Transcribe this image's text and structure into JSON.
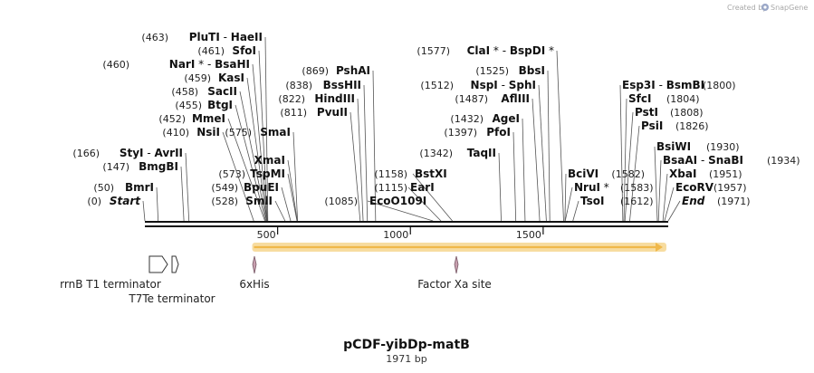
{
  "credit_text": "Created by",
  "brand_name": "SnapGene",
  "brand_color": "#9aa7c7",
  "title": "pCDF-yibDp-matB",
  "length_label": "1971 bp",
  "total_bp": 1971,
  "ruler_ticks": [
    {
      "bp": 500,
      "label": "500"
    },
    {
      "bp": 1000,
      "label": "1000"
    },
    {
      "bp": 1500,
      "label": "1500"
    }
  ],
  "orf": {
    "start": 411,
    "end": 1971,
    "color": "#f0b84a",
    "direction": "forward"
  },
  "features": [
    {
      "name": "rrnB T1 terminator",
      "start": 10,
      "end": 80,
      "shape": "terminator"
    },
    {
      "name": "T7Te terminator",
      "start": 100,
      "end": 120,
      "shape": "terminator"
    },
    {
      "name": "6xHis",
      "start": 411,
      "end": 428,
      "shape": "tag",
      "color": "#c8a0b0"
    },
    {
      "name": "Factor Xa site",
      "start": 1180,
      "end": 1192,
      "shape": "tag",
      "color": "#c8a0b0"
    }
  ],
  "left_labels": [
    {
      "pos": "(0)",
      "parts": [
        {
          "t": "Start",
          "italic": true
        }
      ],
      "bp": 0
    },
    {
      "pos": "(50)",
      "parts": [
        {
          "t": "BmrI"
        }
      ],
      "bp": 50
    },
    {
      "pos": "(147)",
      "parts": [
        {
          "t": "BmgBI"
        }
      ],
      "bp": 147
    },
    {
      "pos": "(166)",
      "parts": [
        {
          "t": "StyI"
        },
        {
          "t": " - ",
          "plain": true
        },
        {
          "t": "AvrII"
        }
      ],
      "bp": 166
    },
    {
      "pos": "(410)",
      "parts": [
        {
          "t": "NsiI"
        }
      ],
      "bp": 410
    },
    {
      "pos": "(452)",
      "parts": [
        {
          "t": "MmeI"
        }
      ],
      "bp": 452
    },
    {
      "pos": "(455)",
      "parts": [
        {
          "t": "BtgI"
        }
      ],
      "bp": 455
    },
    {
      "pos": "(458)",
      "parts": [
        {
          "t": "SacII"
        }
      ],
      "bp": 458
    },
    {
      "pos": "(459)",
      "parts": [
        {
          "t": "KasI"
        }
      ],
      "bp": 459
    },
    {
      "pos": "(460)",
      "parts": [
        {
          "t": "NarI"
        },
        {
          "t": " * - ",
          "plain": true
        },
        {
          "t": "BsaHI"
        }
      ],
      "bp": 460
    },
    {
      "pos": "(461)",
      "parts": [
        {
          "t": "SfoI"
        }
      ],
      "bp": 461
    },
    {
      "pos": "(463)",
      "parts": [
        {
          "t": "PluTI"
        },
        {
          "t": " - ",
          "plain": true
        },
        {
          "t": "HaeII"
        }
      ],
      "bp": 463
    },
    {
      "pos": "(528)",
      "parts": [
        {
          "t": "SmlI"
        }
      ],
      "bp": 528
    },
    {
      "pos": "(549)",
      "parts": [
        {
          "t": "BpuEI"
        }
      ],
      "bp": 549
    },
    {
      "pos": "(573)",
      "parts": [
        {
          "t": "TspMI"
        }
      ],
      "bp": 573
    },
    {
      "pos": "",
      "parts": [
        {
          "t": "XmaI"
        }
      ],
      "bp": 574
    },
    {
      "pos": "(575)",
      "parts": [
        {
          "t": "SmaI"
        }
      ],
      "bp": 575
    }
  ],
  "mid_labels": [
    {
      "pos": "(811)",
      "parts": [
        {
          "t": "PvuII"
        }
      ],
      "bp": 811
    },
    {
      "pos": "(822)",
      "parts": [
        {
          "t": "HindIII"
        }
      ],
      "bp": 822
    },
    {
      "pos": "(838)",
      "parts": [
        {
          "t": "BssHII"
        }
      ],
      "bp": 838
    },
    {
      "pos": "(869)",
      "parts": [
        {
          "t": "PshAI"
        }
      ],
      "bp": 869
    },
    {
      "pos": "(1085)",
      "parts": [
        {
          "t": "EcoO109I"
        }
      ],
      "bp": 1085
    },
    {
      "pos": "(1115)",
      "parts": [
        {
          "t": "EarI"
        }
      ],
      "bp": 1115
    },
    {
      "pos": "(1158)",
      "parts": [
        {
          "t": "BstXI"
        }
      ],
      "bp": 1158
    },
    {
      "pos": "(1342)",
      "parts": [
        {
          "t": "TaqII"
        }
      ],
      "bp": 1342
    },
    {
      "pos": "(1397)",
      "parts": [
        {
          "t": "PfoI"
        }
      ],
      "bp": 1397
    },
    {
      "pos": "(1432)",
      "parts": [
        {
          "t": "AgeI"
        }
      ],
      "bp": 1432
    },
    {
      "pos": "(1487)",
      "parts": [
        {
          "t": "AflIII"
        }
      ],
      "bp": 1487
    },
    {
      "pos": "(1512)",
      "parts": [
        {
          "t": "NspI"
        },
        {
          "t": " - ",
          "plain": true
        },
        {
          "t": "SphI"
        }
      ],
      "bp": 1512
    },
    {
      "pos": "(1525)",
      "parts": [
        {
          "t": "BbsI"
        }
      ],
      "bp": 1525
    },
    {
      "pos": "(1577)",
      "parts": [
        {
          "t": "ClaI"
        },
        {
          "t": " * - ",
          "plain": true
        },
        {
          "t": "BspDI"
        },
        {
          "t": " *",
          "plain": true
        }
      ],
      "bp": 1577
    }
  ],
  "right_labels": [
    {
      "name": "BciVI",
      "pos": "(1582)",
      "bp": 1582
    },
    {
      "name": "NruI",
      "star": " *",
      "pos": "(1583)",
      "bp": 1583
    },
    {
      "name": "TsoI",
      "pos": "(1612)",
      "bp": 1612
    },
    {
      "name": "Esp3I",
      "name2": "BsmBI",
      "pos": "(1800)",
      "bp": 1800
    },
    {
      "name": "SfcI",
      "pos": "(1804)",
      "bp": 1804
    },
    {
      "name": "PstI",
      "pos": "(1808)",
      "bp": 1808
    },
    {
      "name": "PsiI",
      "pos": "(1826)",
      "bp": 1826
    },
    {
      "name": "BsiWI",
      "pos": "(1930)",
      "bp": 1930
    },
    {
      "name": "BsaAI",
      "name2": "SnaBI",
      "pos": "(1934)",
      "bp": 1934
    },
    {
      "name": "XbaI",
      "pos": "(1951)",
      "bp": 1951
    },
    {
      "name": "EcoRV",
      "pos": "(1957)",
      "bp": 1957
    },
    {
      "name": "End",
      "italic": true,
      "pos": "(1971)",
      "bp": 1971
    }
  ]
}
